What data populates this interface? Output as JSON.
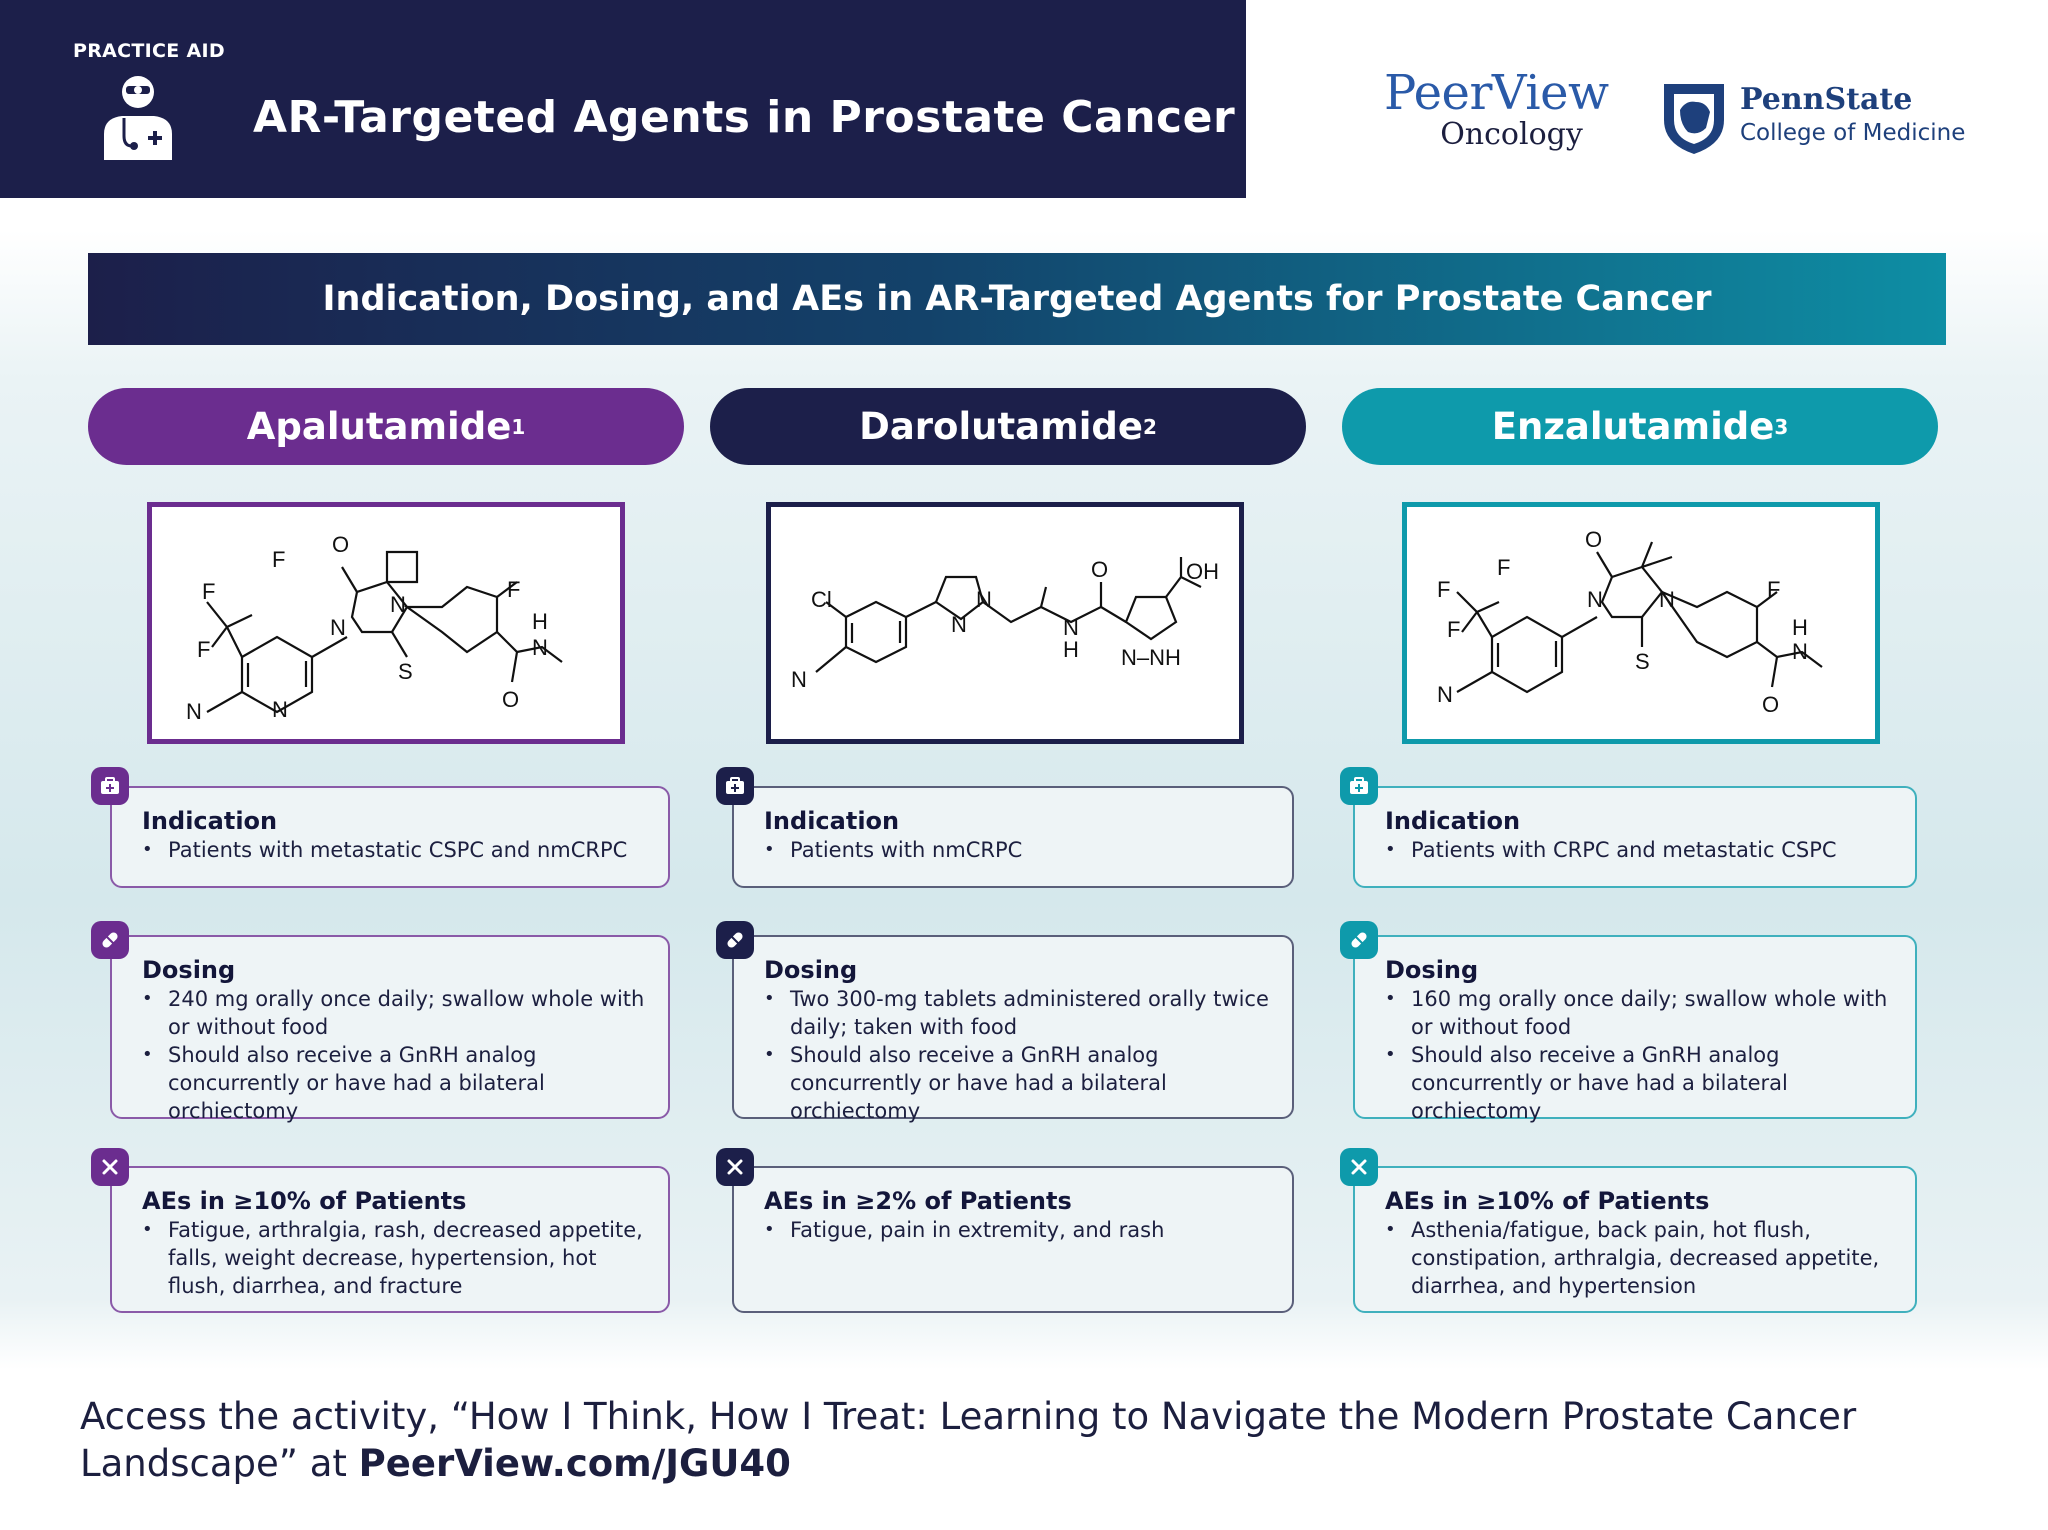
{
  "header": {
    "practice_aid": "PRACTICE AID",
    "title": "AR-Targeted Agents in Prostate Cancer",
    "logo_peerview_line1": "PeerView",
    "logo_peerview_line2": "Oncology",
    "logo_psu_line1": "PennState",
    "logo_psu_line2": "College of Medicine"
  },
  "banner": {
    "title": "Indication, Dosing, and AEs in AR-Targeted Agents for Prostate Cancer"
  },
  "colors": {
    "apalutamide": "#6b2d8f",
    "darolutamide": "#1c1f4a",
    "enzalutamide": "#0e9aab"
  },
  "drugs": [
    {
      "name": "Apalutamide",
      "ref": "1",
      "indication_title": "Indication",
      "indication": [
        "Patients with metastatic CSPC and nmCRPC"
      ],
      "dosing_title": "Dosing",
      "dosing": [
        "240 mg orally once daily; swallow whole with or without food",
        "Should also receive a GnRH analog concurrently or have had a bilateral orchiectomy"
      ],
      "aes_title": "AEs in ≥10% of Patients",
      "aes": [
        "Fatigue, arthralgia, rash, decreased appetite, falls, weight decrease, hypertension, hot flush, diarrhea, and fracture"
      ]
    },
    {
      "name": "Darolutamide",
      "ref": "2",
      "indication_title": "Indication",
      "indication": [
        "Patients with nmCRPC"
      ],
      "dosing_title": "Dosing",
      "dosing": [
        "Two 300-mg tablets administered orally twice daily; taken with food",
        "Should also receive a GnRH analog concurrently or have had a bilateral orchiectomy"
      ],
      "aes_title": "AEs in ≥2% of Patients",
      "aes": [
        "Fatigue, pain in extremity, and rash"
      ]
    },
    {
      "name": "Enzalutamide",
      "ref": "3",
      "indication_title": "Indication",
      "indication": [
        "Patients with CRPC and metastatic CSPC"
      ],
      "dosing_title": "Dosing",
      "dosing": [
        "160 mg orally once daily; swallow whole with or without food",
        "Should also receive a GnRH analog concurrently or have had a bilateral orchiectomy"
      ],
      "aes_title": "AEs in ≥10% of Patients",
      "aes": [
        "Asthenia/fatigue, back pain, hot flush, constipation, arthralgia, decreased appetite, diarrhea, and hypertension"
      ]
    }
  ],
  "molecules": {
    "apalutamide": {
      "o1": "O",
      "f1": "F",
      "f2": "F",
      "f3": "F",
      "f4": "F",
      "n1": "N",
      "n2": "N",
      "n3": "N",
      "n4": "N",
      "s1": "S",
      "nc": "N",
      "hn": "H",
      "nme": "N",
      "o2": "O"
    },
    "darolutamide": {
      "cl": "Cl",
      "nc": "N",
      "n1": "N",
      "n2": "N",
      "o1": "O",
      "nh1": "N",
      "h1": "H",
      "oh": "OH",
      "nnh": "N–NH"
    },
    "enzalutamide": {
      "o1": "O",
      "f1": "F",
      "f2": "F",
      "f3": "F",
      "f4": "F",
      "n1": "N",
      "n2": "N",
      "s1": "S",
      "nc": "N",
      "hn": "H",
      "nme": "N",
      "o2": "O"
    }
  },
  "footer": {
    "text": "Access the activity, “How I Think, How I Treat: Learning to Navigate the Modern Prostate Cancer Landscape” at ",
    "link": "PeerView.com/JGU40"
  }
}
